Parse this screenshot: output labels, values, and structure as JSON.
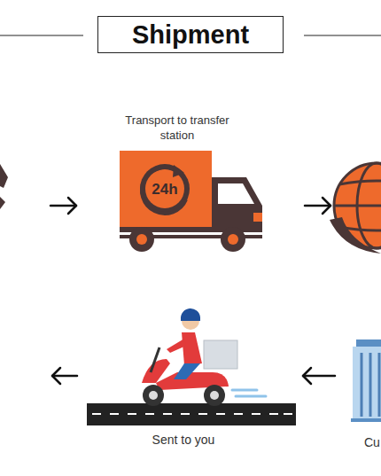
{
  "diagram": {
    "title": "Shipment",
    "nodes": [
      {
        "text": [
          "Transport to transfer station",
          "24h"
        ]
      },
      {
        "text": [
          "Sent to you"
        ]
      },
      {
        "text": [
          "Cu"
        ]
      }
    ],
    "edges": [
      {
        "from": 2,
        "to": 1,
        "arrow": "to"
      }
    ]
  }
}
